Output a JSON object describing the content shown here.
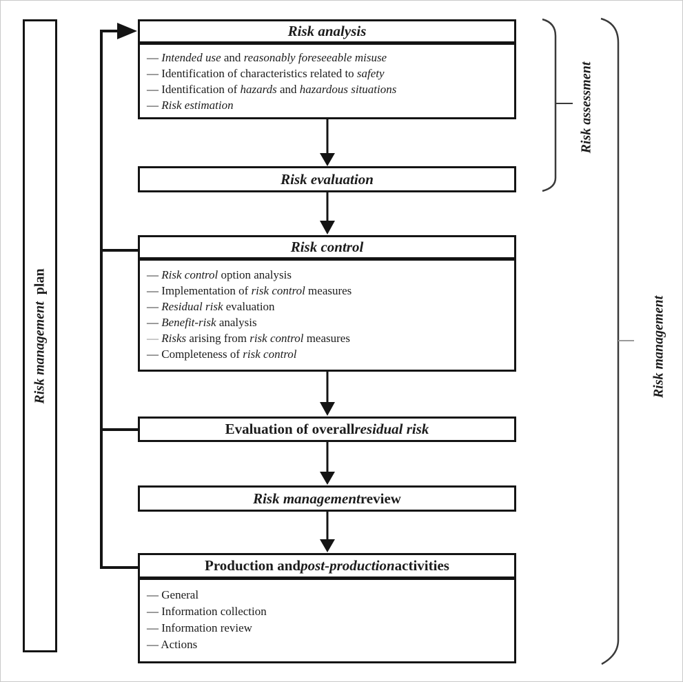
{
  "colors": {
    "ink": "#141414",
    "text": "#1c1c1c",
    "dim_dash": "#8a8a8a",
    "brace": "#3a3a3a",
    "brace_tick_dim": "#9a9a9a",
    "background": "#ffffff"
  },
  "plan_box": {
    "label": [
      {
        "t": "Risk management",
        "i": true
      },
      {
        "t": " plan",
        "i": false
      }
    ]
  },
  "boxes": {
    "risk_analysis": {
      "title": [
        {
          "t": "Risk analysis",
          "i": true
        }
      ],
      "items": [
        [
          {
            "t": "— ",
            "i": false
          },
          {
            "t": "Intended use",
            "i": true
          },
          {
            "t": " and ",
            "i": false
          },
          {
            "t": "reasonably foreseeable misuse",
            "i": true
          }
        ],
        [
          {
            "t": "— Identification of characteristics related to ",
            "i": false
          },
          {
            "t": "safety",
            "i": true
          }
        ],
        [
          {
            "t": "— Identification of ",
            "i": false
          },
          {
            "t": "hazards",
            "i": true
          },
          {
            "t": " and ",
            "i": false
          },
          {
            "t": "hazardous situations",
            "i": true
          }
        ],
        [
          {
            "t": "— ",
            "i": false
          },
          {
            "t": "Risk estimation",
            "i": true
          }
        ]
      ]
    },
    "risk_evaluation": {
      "title": [
        {
          "t": "Risk evaluation",
          "i": true
        }
      ]
    },
    "risk_control": {
      "title": [
        {
          "t": "Risk control",
          "i": true
        }
      ],
      "items": [
        [
          {
            "t": "— ",
            "i": false
          },
          {
            "t": "Risk control",
            "i": true
          },
          {
            "t": " option analysis",
            "i": false
          }
        ],
        [
          {
            "t": "— Implementation of ",
            "i": false
          },
          {
            "t": "risk control",
            "i": true
          },
          {
            "t": " measures",
            "i": false
          }
        ],
        [
          {
            "t": "— ",
            "i": false
          },
          {
            "t": "Residual risk",
            "i": true
          },
          {
            "t": " evaluation",
            "i": false
          }
        ],
        [
          {
            "t": "— ",
            "i": false
          },
          {
            "t": "Benefit-risk",
            "i": true
          },
          {
            "t": " analysis",
            "i": false
          }
        ],
        [
          {
            "t": "— ",
            "i": false,
            "c": "#8a8a8a"
          },
          {
            "t": "Risks",
            "i": true
          },
          {
            "t": " arising from ",
            "i": false
          },
          {
            "t": "risk control",
            "i": true
          },
          {
            "t": " measures",
            "i": false
          }
        ],
        [
          {
            "t": "— Completeness of ",
            "i": false
          },
          {
            "t": "risk control",
            "i": true
          }
        ]
      ]
    },
    "overall_residual_risk": {
      "title": [
        {
          "t": "Evaluation of overall ",
          "i": false
        },
        {
          "t": "residual risk",
          "i": true
        }
      ]
    },
    "risk_management_review": {
      "title": [
        {
          "t": "Risk management",
          "i": true
        },
        {
          "t": " review",
          "i": false
        }
      ]
    },
    "production": {
      "title": [
        {
          "t": "Production and ",
          "i": false
        },
        {
          "t": "post-production",
          "i": true
        },
        {
          "t": " activities",
          "i": false
        }
      ],
      "items": [
        [
          {
            "t": "— General",
            "i": false
          }
        ],
        [
          {
            "t": "— Information collection",
            "i": false
          }
        ],
        [
          {
            "t": "— Information review",
            "i": false
          }
        ],
        [
          {
            "t": "— Actions",
            "i": false
          }
        ]
      ]
    }
  },
  "braces": {
    "risk_assessment": {
      "label": [
        {
          "t": "Risk assessment",
          "i": true
        }
      ]
    },
    "risk_management": {
      "label": [
        {
          "t": "Risk management",
          "i": true
        }
      ]
    }
  }
}
